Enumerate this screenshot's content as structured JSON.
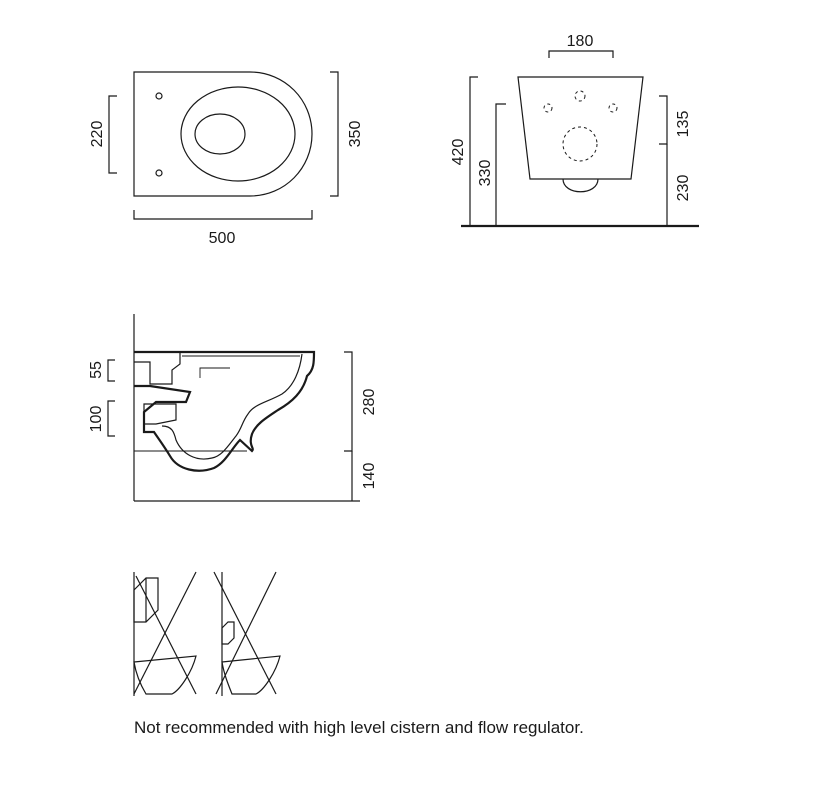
{
  "dimensions": {
    "top_view": {
      "width": "500",
      "depth": "350",
      "fixing_spacing": "220"
    },
    "front_view": {
      "fixing_width": "180",
      "total_height": "420",
      "pan_height": "330",
      "upper_height": "135",
      "outlet_height": "230"
    },
    "side_view": {
      "inlet_height": "55",
      "outlet_size": "100",
      "pan_depth": "280",
      "floor_clearance": "140"
    }
  },
  "footnote": "Not recommended with high level cistern and flow regulator."
}
